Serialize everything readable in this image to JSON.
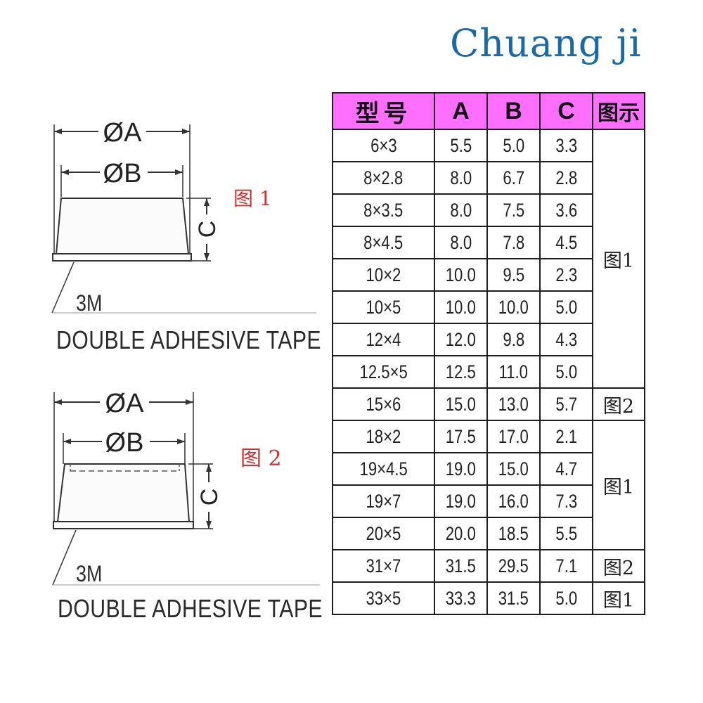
{
  "brand": "Chuang ji",
  "figure1": {
    "dim_a": "ØA",
    "dim_b": "ØB",
    "dim_c": "C",
    "label": "图 1",
    "tape_brand": "3M",
    "tape_text": "DOUBLE ADHESIVE TAPE"
  },
  "figure2": {
    "dim_a": "ØA",
    "dim_b": "ØB",
    "dim_c": "C",
    "label": "图 2",
    "tape_brand": "3M",
    "tape_text": "DOUBLE ADHESIVE TAPE"
  },
  "table": {
    "headers": [
      "型号",
      "A",
      "B",
      "C",
      "图示"
    ],
    "rows": [
      [
        "6×3",
        "5.5",
        "5.0",
        "3.3"
      ],
      [
        "8×2.8",
        "8.0",
        "6.7",
        "2.8"
      ],
      [
        "8×3.5",
        "8.0",
        "7.5",
        "3.6"
      ],
      [
        "8×4.5",
        "8.0",
        "7.8",
        "4.5"
      ],
      [
        "10×2",
        "10.0",
        "9.5",
        "2.3"
      ],
      [
        "10×5",
        "10.0",
        "10.0",
        "5.0"
      ],
      [
        "12×4",
        "12.0",
        "9.8",
        "4.3"
      ],
      [
        "12.5×5",
        "12.5",
        "11.0",
        "5.0"
      ],
      [
        "15×6",
        "15.0",
        "13.0",
        "5.7"
      ],
      [
        "18×2",
        "17.5",
        "17.0",
        "2.1"
      ],
      [
        "19×4.5",
        "19.0",
        "15.0",
        "4.7"
      ],
      [
        "19×7",
        "19.0",
        "16.0",
        "7.3"
      ],
      [
        "20×5",
        "20.0",
        "18.5",
        "5.5"
      ],
      [
        "31×7",
        "31.5",
        "29.5",
        "7.1"
      ],
      [
        "33×5",
        "33.3",
        "31.5",
        "5.0"
      ]
    ],
    "fig_groups": [
      {
        "label": "图1",
        "rows": 8
      },
      {
        "label": "图2",
        "rows": 1
      },
      {
        "label": "图1",
        "rows": 4
      },
      {
        "label": "图2",
        "rows": 1
      },
      {
        "label": "图1",
        "rows": 1
      }
    ]
  }
}
